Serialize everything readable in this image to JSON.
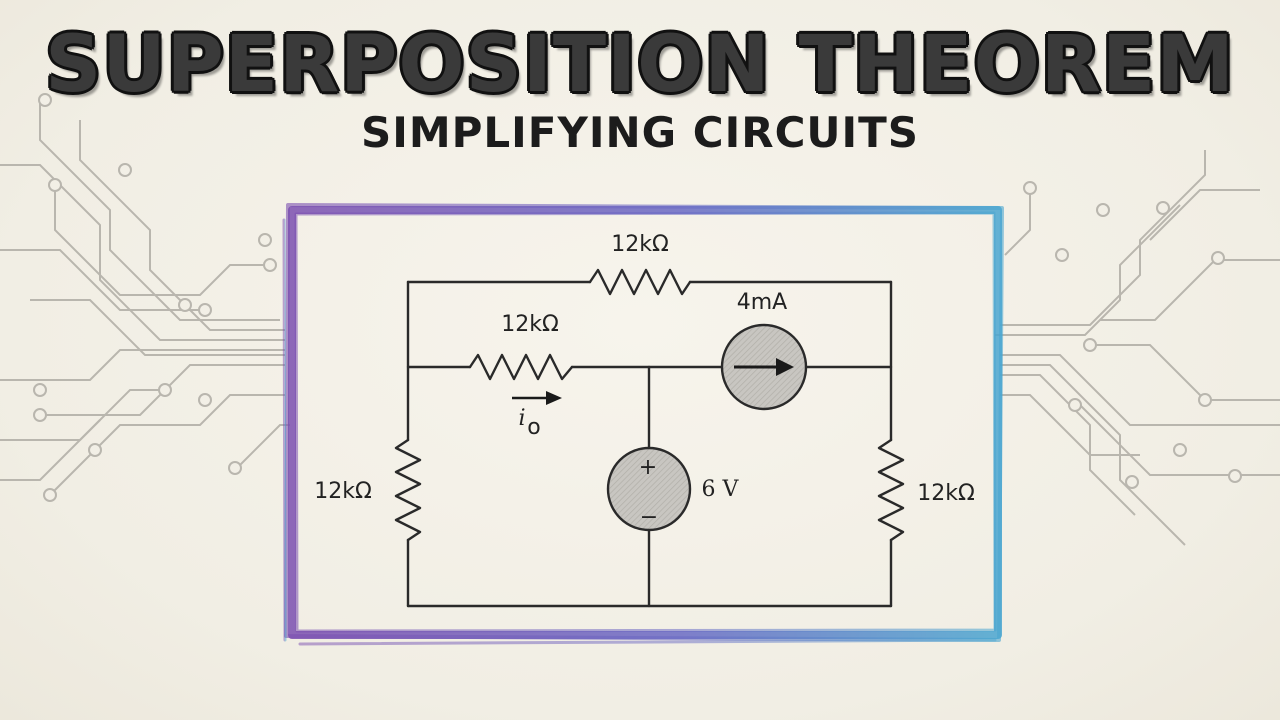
{
  "header": {
    "title": "SUPERPOSITION THEOREM",
    "subtitle": "SIMPLIFYING CIRCUITS"
  },
  "circuit": {
    "top_resistor": "12kΩ",
    "middle_resistor": "12kΩ",
    "left_resistor": "12kΩ",
    "right_resistor": "12kΩ",
    "current_source": "4mA",
    "voltage_source": "6 V",
    "voltage_plus": "+",
    "voltage_minus": "−",
    "current_label": "i",
    "current_subscript": "o"
  },
  "colors": {
    "frame_start": "#7b4fb0",
    "frame_end": "#4aa6d0",
    "ink": "#2a2a2a",
    "background": "#f3f0e7"
  }
}
